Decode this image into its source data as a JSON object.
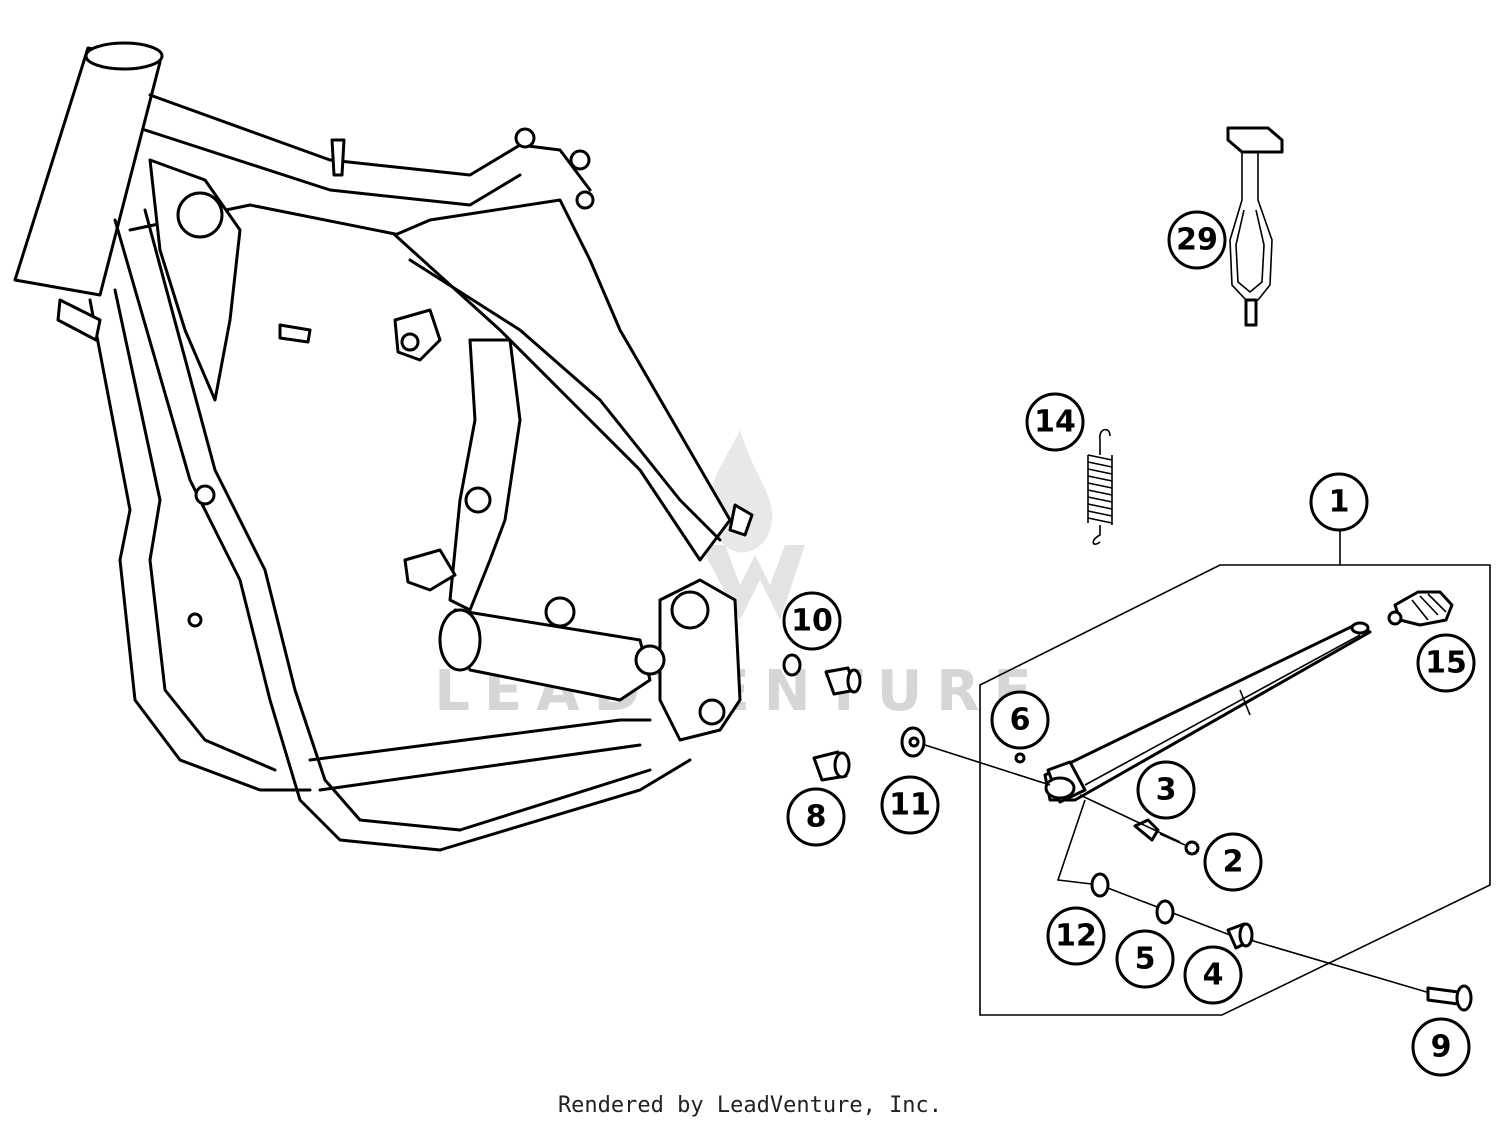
{
  "diagram": {
    "watermark": "LEADVENTURE",
    "footer": "Rendered by LeadVenture, Inc.",
    "callouts": [
      "1",
      "2",
      "3",
      "4",
      "5",
      "6",
      "8",
      "9",
      "10",
      "11",
      "12",
      "14",
      "15",
      "29"
    ]
  }
}
